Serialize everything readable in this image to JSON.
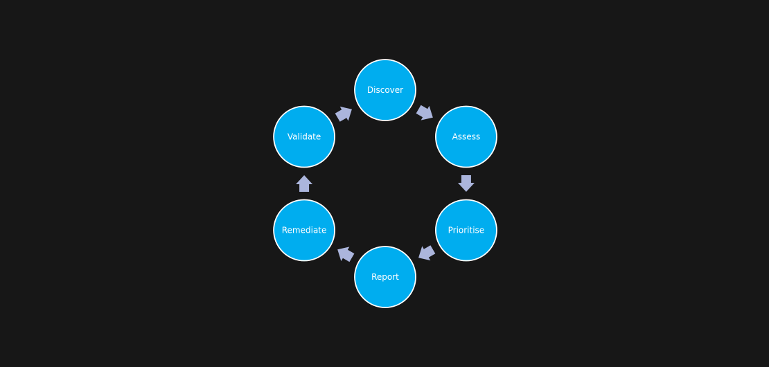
{
  "diagram": {
    "type": "cycle",
    "nodes": [
      {
        "label": "Discover"
      },
      {
        "label": "Assess"
      },
      {
        "label": "Prioritise"
      },
      {
        "label": "Report"
      },
      {
        "label": "Remediate"
      },
      {
        "label": "Validate"
      }
    ],
    "colors": {
      "node_fill": "#00adef",
      "node_border": "#ffffff",
      "arrow": "#abb5dc",
      "background": "#171717"
    }
  }
}
